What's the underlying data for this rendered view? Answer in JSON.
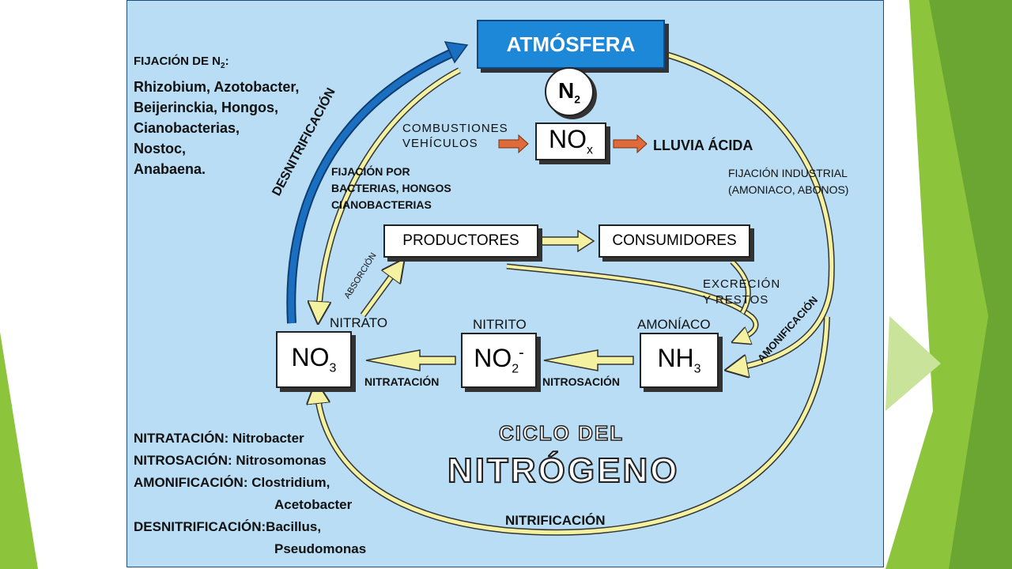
{
  "colors": {
    "background": "#b9ddf4",
    "atmosphere_box": "#1e88d8",
    "yellow_arrow": "#f4f1a0",
    "blue_arrow": "#1a5fa8",
    "orange_arrow": "#e06b3a",
    "slide_green": "#8cc43c"
  },
  "atmosphere": {
    "label": "ATMÓSFERA"
  },
  "n2": {
    "base": "N",
    "sub": "2"
  },
  "nox_box": {
    "base": "NO",
    "sub": "x"
  },
  "combustion": {
    "line1": "COMBUSTIONES",
    "line2": "VEHÍCULOS"
  },
  "acid_rain": {
    "label": "LLUVIA ÁCIDA"
  },
  "industrial": {
    "line1": "FIJACIÓN INDUSTRIAL",
    "line2": "(AMONIACO, ABONOS)"
  },
  "bio_fix": {
    "line1": "FIJACIÓN POR",
    "line2": "BACTERIAS, HONGOS",
    "line3": "CIANOBACTERIAS"
  },
  "denitrification_arrow": {
    "label": "DESNITRIFICACIÓN"
  },
  "producers": {
    "label": "PRODUCTORES"
  },
  "consumers": {
    "label": "CONSUMIDORES"
  },
  "absorption": {
    "label": "ABSORCIÓN"
  },
  "excretion": {
    "line1": "EXCRECIÓN",
    "line2": "Y RESTOS"
  },
  "ammonification_arrow": {
    "label": "AMONIFICACIÓN"
  },
  "nitrate": {
    "caption": "NITRATO",
    "base": "NO",
    "sub": "3"
  },
  "nitrite": {
    "caption": "NITRITO",
    "base": "NO",
    "sub": "2",
    "sup": "-"
  },
  "ammonia": {
    "caption": "AMONÍACO",
    "base": "NH",
    "sub": "3"
  },
  "process_labels": {
    "nitratation": "NITRATACIÓN",
    "nitrosation": "NITROSACIÓN",
    "nitrification": "NITRIFICACIÓN"
  },
  "title": {
    "line1": "CICLO DEL",
    "line2": "NITRÓGENO"
  },
  "fixation_list": {
    "header": "FIJACIÓN DE N",
    "header_sub": "2",
    "header_suffix": ":",
    "line1": "Rhizobium, Azotobacter,",
    "line2": "Beijerinckia, Hongos,",
    "line3": "Cianobacterias,",
    "line4": "Nostoc,",
    "line5": "Anabaena."
  },
  "organisms_list": {
    "line1": "NITRATACIÓN: Nitrobacter",
    "line2": "NITROSACIÓN: Nitrosomonas",
    "line3": "AMONIFICACIÓN: Clostridium,",
    "line4": "Acetobacter",
    "line5": "DESNITRIFICACIÓN:Bacillus,",
    "line6": "Pseudomonas"
  }
}
